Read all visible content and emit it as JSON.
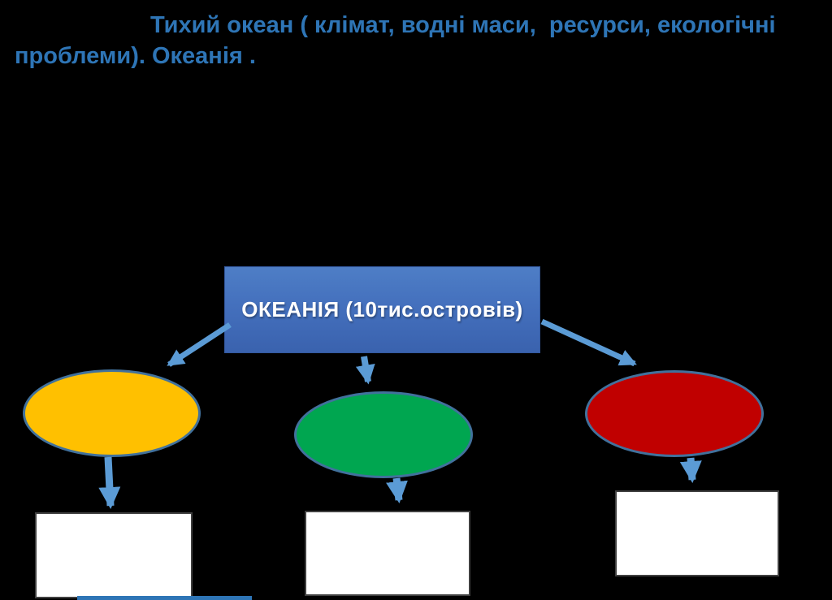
{
  "title": {
    "text": "Тихий океан ( клімат, водні маси,  ресурси, екологічні проблеми). Океанія .",
    "lines": [
      "Тихий океан ( клімат, водні маси,  ресурси, екологічні",
      "проблеми). Океанія ."
    ]
  },
  "diagram": {
    "root": {
      "label": "ОКЕАНІЯ (10тис.островів)"
    },
    "branches": [
      {
        "id": "yellow-ellipse",
        "label": "",
        "color": "#FFC000",
        "leaf_label": ""
      },
      {
        "id": "green-ellipse",
        "label": "",
        "color": "#00A650",
        "leaf_label": ""
      },
      {
        "id": "red-ellipse",
        "label": "",
        "color": "#C00000",
        "leaf_label": ""
      }
    ]
  },
  "colors": {
    "background": "#000000",
    "title_text": "#2E75B6",
    "root_box_gradient_top": "#4E7EC6",
    "root_box_gradient_bottom": "#3A62AE",
    "root_box_text": "#FFFFFF",
    "arrow": "#5B9BD5",
    "ellipse_border": "#41719C",
    "branch_yellow": "#FFC000",
    "branch_green": "#00A650",
    "branch_red": "#C00000",
    "leaf_box_fill": "#FFFFFF",
    "leaf_box_border": "#404040",
    "bottom_cropped_bar": "#2E75B6"
  }
}
